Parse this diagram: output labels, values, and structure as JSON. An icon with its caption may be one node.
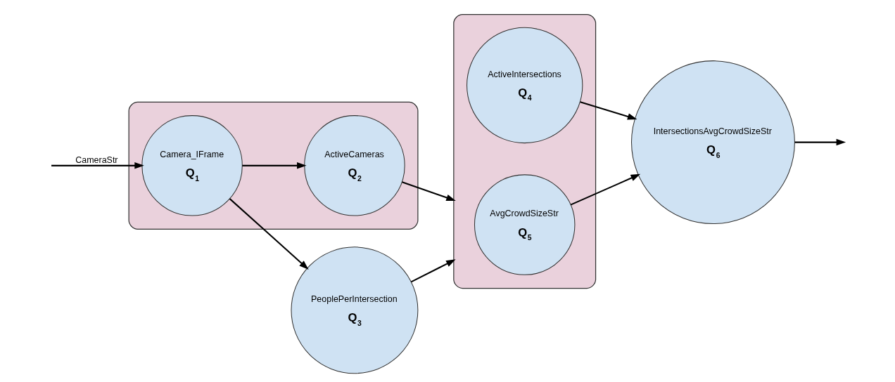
{
  "diagram": {
    "nodes": [
      {
        "text": [],
        "shape": "ellipse"
      },
      {
        "text": [
          "Camera_IFrame",
          "Q$_{1}$"
        ],
        "in": 0
      },
      {
        "text": [
          "ActiveCameras",
          "Q$_{2}$"
        ],
        "in": 0
      },
      {
        "text": [
          "PeoplePerIntersection",
          "Q$_{3}$"
        ]
      },
      {
        "text": [],
        "shape": "ellipse"
      },
      {
        "text": [
          "ActiveIntersections",
          "Q$_{4}$"
        ],
        "in": 4
      },
      {
        "text": [
          "AvgCrowdSizeStr",
          "Q$_{5}$"
        ],
        "in": 4
      },
      {
        "text": [
          "IntersectionsAvgCrowdSizeStr",
          "Q$_{6}$"
        ]
      }
    ],
    "edges": [
      {
        "from": null,
        "to": 1,
        "arrow": "to",
        "label": "CameraStr"
      },
      {
        "from": 1,
        "to": 2,
        "arrow": "to"
      },
      {
        "from": 1,
        "to": 3,
        "arrow": "to"
      },
      {
        "from": 2,
        "to": 4,
        "arrow": "to"
      },
      {
        "from": 3,
        "to": 4,
        "arrow": "to"
      },
      {
        "from": 5,
        "to": 7,
        "arrow": "to"
      },
      {
        "from": 6,
        "to": 7,
        "arrow": "to"
      },
      {
        "from": 7,
        "to": null,
        "arrow": "to"
      }
    ]
  }
}
